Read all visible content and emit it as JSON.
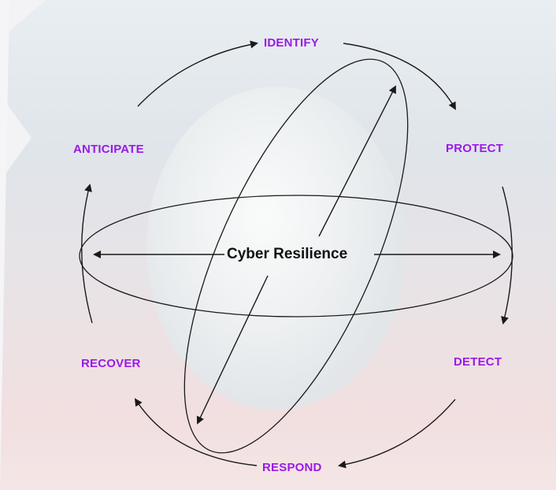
{
  "diagram": {
    "center": "Cyber Resilience",
    "stages": [
      {
        "id": "identify",
        "label": "IDENTIFY"
      },
      {
        "id": "protect",
        "label": "PROTECT"
      },
      {
        "id": "detect",
        "label": "DETECT"
      },
      {
        "id": "respond",
        "label": "RESPOND"
      },
      {
        "id": "recover",
        "label": "RECOVER"
      },
      {
        "id": "anticipate",
        "label": "ANTICIPATE"
      }
    ]
  },
  "colors": {
    "stage_label": "#9b19e6",
    "center_label": "#111111",
    "lines": "#1a1a1a"
  }
}
